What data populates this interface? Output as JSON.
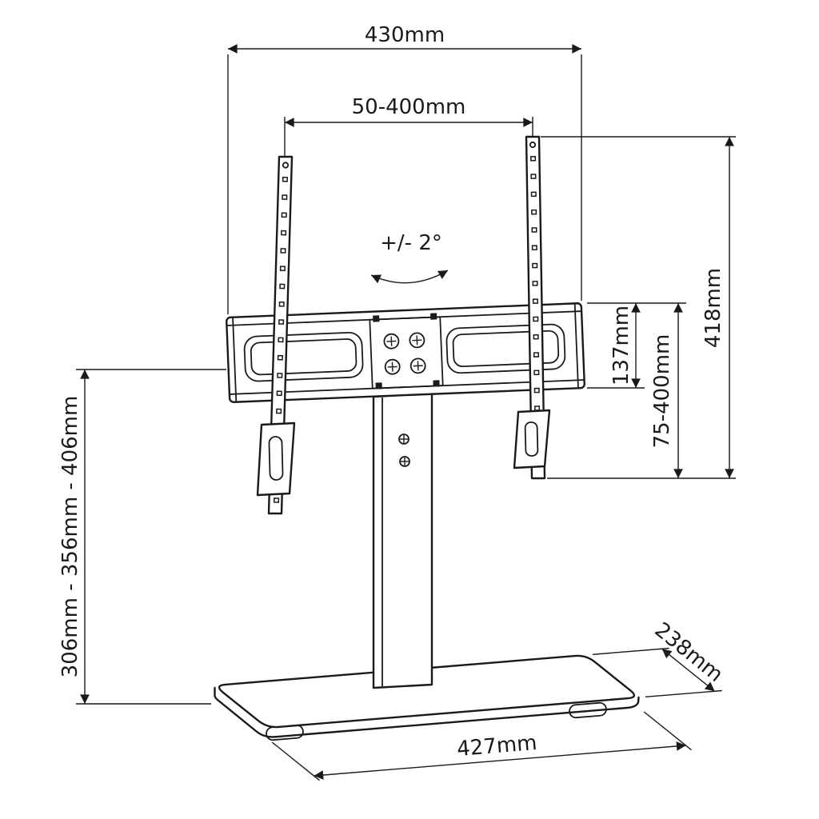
{
  "colors": {
    "line": "#1a1a1a",
    "background": "#ffffff"
  },
  "dimensions": {
    "bracket_width": "430mm",
    "vesa_width_range": "50-400mm",
    "tilt_range": "+/- 2°",
    "bracket_height": "137mm",
    "vesa_height_range": "75-400mm",
    "rail_length": "418mm",
    "height_settings": "306mm - 356mm - 406mm",
    "base_depth": "238mm",
    "base_width": "427mm"
  }
}
